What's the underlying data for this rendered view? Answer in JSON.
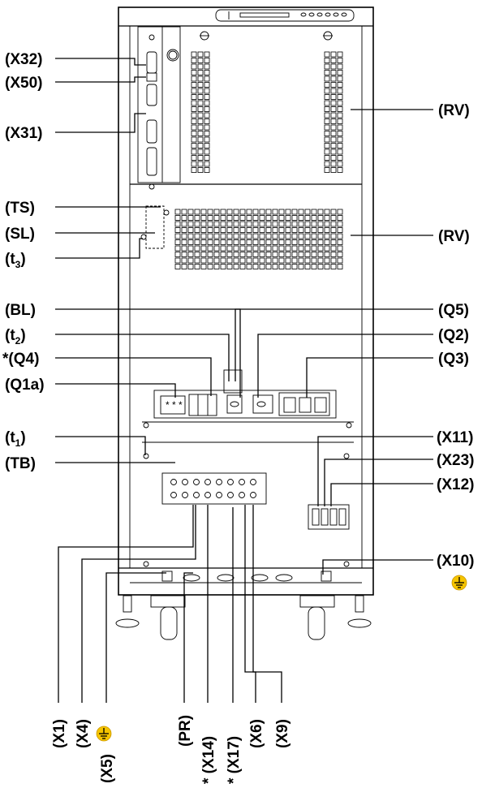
{
  "labels": {
    "x32": "(X32)",
    "x50": "(X50)",
    "x31": "(X31)",
    "rv_top": "(RV)",
    "rv_mid": "(RV)",
    "ts": "(TS)",
    "sl": "(SL)",
    "t3": "t",
    "t3_sub": "3",
    "bl": "(BL)",
    "t2": "t",
    "t2_sub": "2",
    "q4": "*(Q4)",
    "q1a": "(Q1a)",
    "q5": "(Q5)",
    "q2": "(Q2)",
    "q3": "(Q3)",
    "t1": "t",
    "t1_sub": "1",
    "tb": "(TB)",
    "x11": "(X11)",
    "x23": "(X23)",
    "x12": "(X12)",
    "x10": "(X10)",
    "x1": "(X1)",
    "x4": "(X4)",
    "x5": "(X5)",
    "pr": "(PR)",
    "x14": "* (X14)",
    "x17": "* (X17)",
    "x6": "(X6)",
    "x9": "(X9)"
  },
  "colors": {
    "ground_symbol": "#f5c400",
    "line": "#000000"
  },
  "icons": {
    "ground": "earth-ground-icon"
  }
}
